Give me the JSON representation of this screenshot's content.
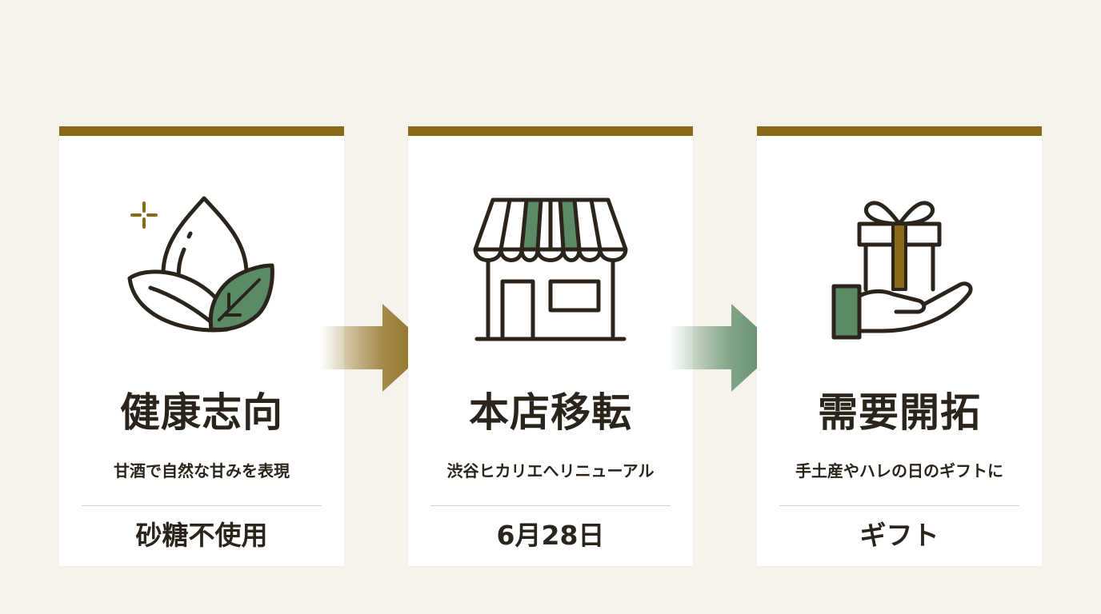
{
  "colors": {
    "background": "#f6f3ec",
    "card": "#ffffff",
    "gold": "#8b6a17",
    "green": "#5b8a66",
    "ink": "#2b241c",
    "divider": "#d8d2c6"
  },
  "cards": [
    {
      "icon": "leaf-drop-icon",
      "title": "健康志向",
      "subtitle": "甘酒で自然な甘みを表現",
      "footer": "砂糖不使用"
    },
    {
      "icon": "storefront-icon",
      "title": "本店移転",
      "subtitle": "渋谷ヒカリエへリニューアル",
      "footer": "6月28日"
    },
    {
      "icon": "gift-hand-icon",
      "title": "需要開拓",
      "subtitle": "手土産やハレの日のギフトに",
      "footer": "ギフト"
    }
  ],
  "arrows": [
    {
      "icon": "arrow-right-icon",
      "color": "#8b6a17"
    },
    {
      "icon": "arrow-right-icon",
      "color": "#5b8a66"
    }
  ]
}
